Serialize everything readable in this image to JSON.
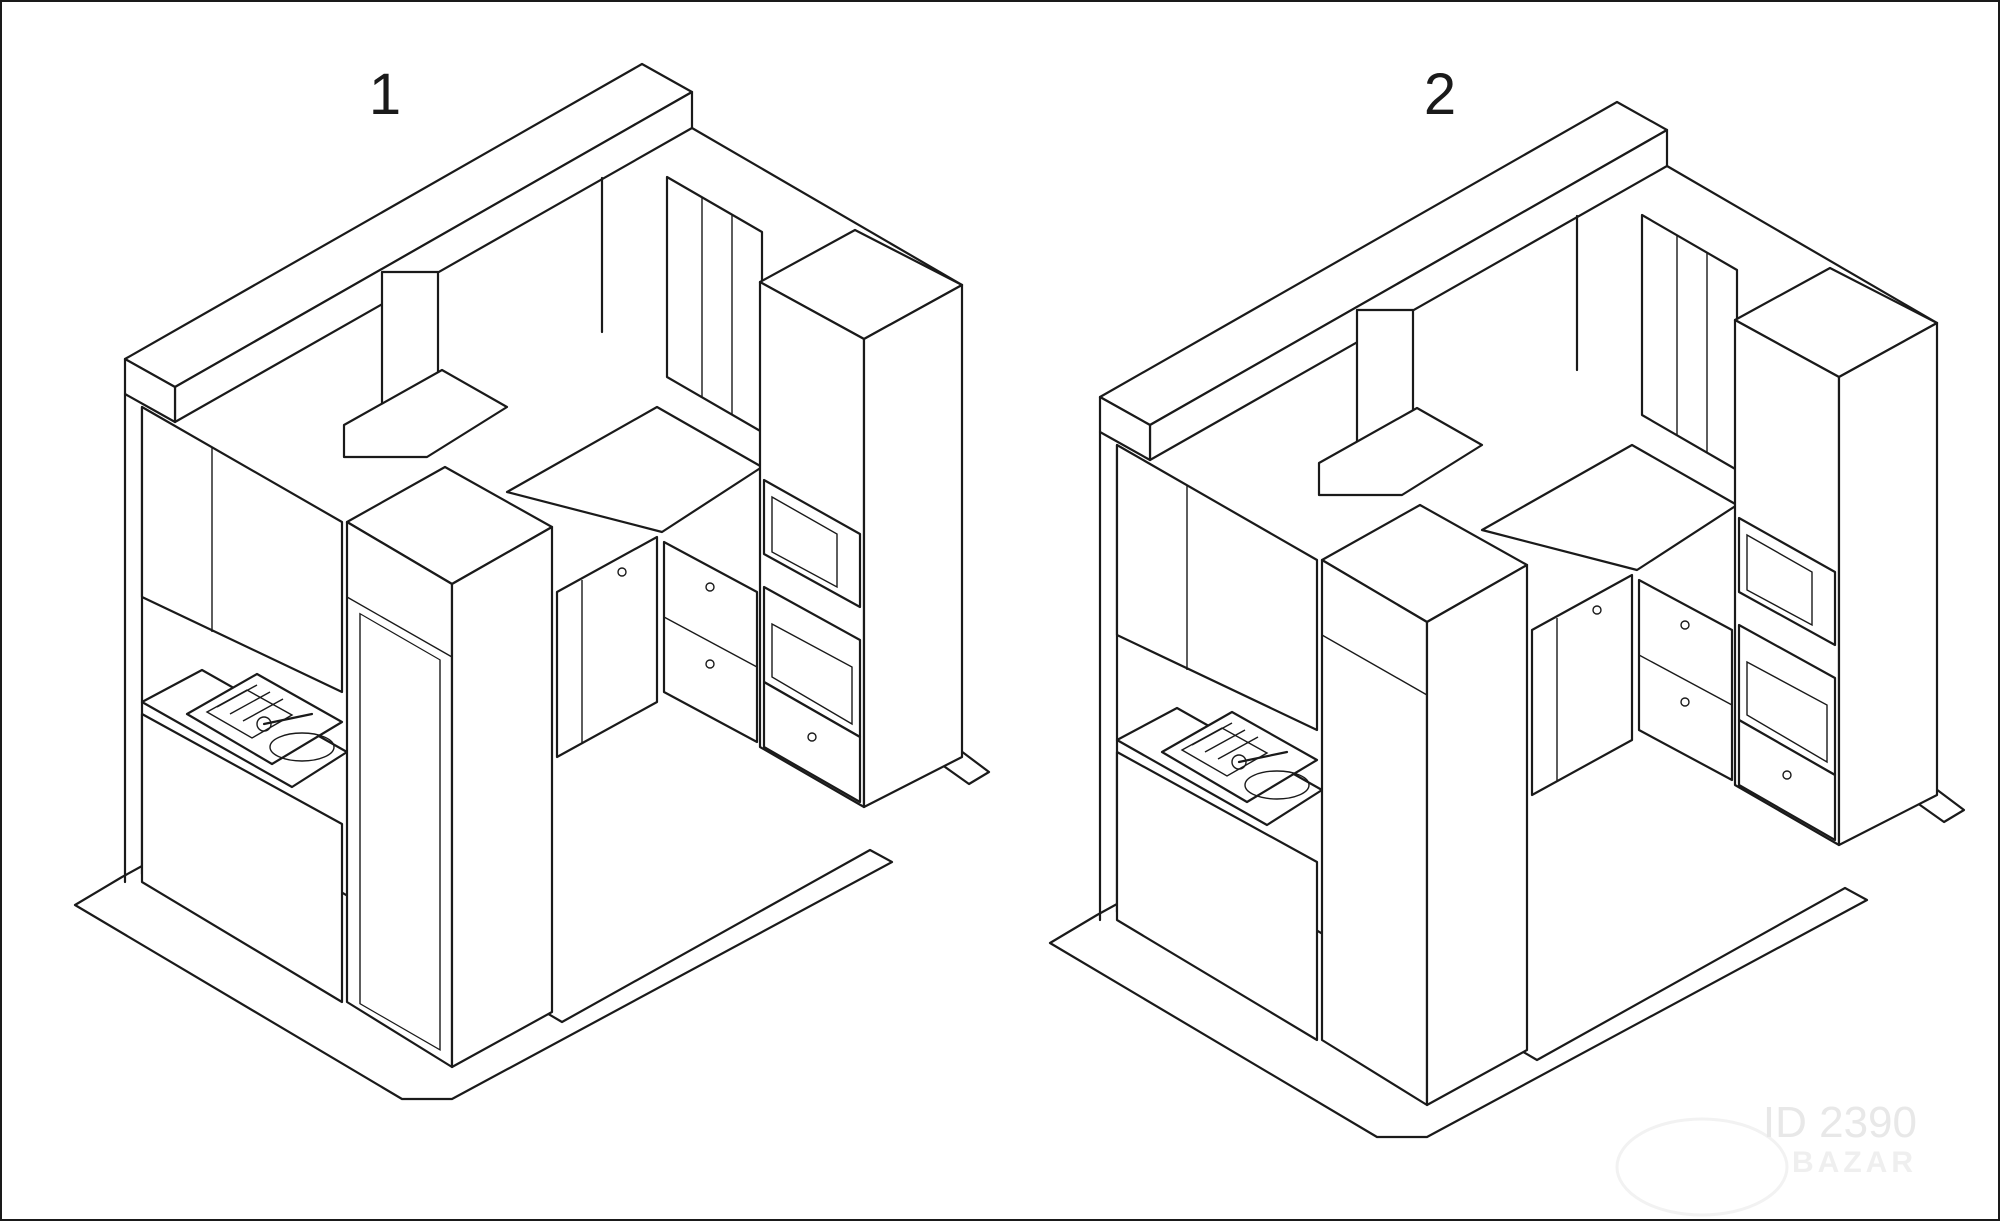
{
  "variants": [
    {
      "label": "1"
    },
    {
      "label": "2"
    }
  ],
  "watermark": {
    "id_text": "ID 2390",
    "brand_text": "BAZAR"
  },
  "colors": {
    "line": "#1a1a1a",
    "background": "#ffffff",
    "watermark": "#e8e8e8"
  }
}
